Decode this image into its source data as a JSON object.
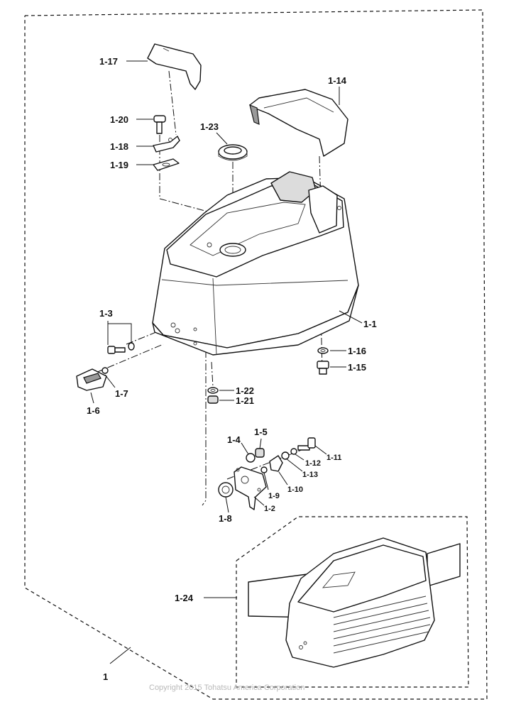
{
  "labels": {
    "l1": "1",
    "l1_1": "1-1",
    "l1_2": "1-2",
    "l1_3": "1-3",
    "l1_4": "1-4",
    "l1_5": "1-5",
    "l1_6": "1-6",
    "l1_7": "1-7",
    "l1_8": "1-8",
    "l1_9": "1-9",
    "l1_10": "1-10",
    "l1_11": "1-11",
    "l1_12": "1-12",
    "l1_13": "1-13",
    "l1_14": "1-14",
    "l1_15": "1-15",
    "l1_16": "1-16",
    "l1_17": "1-17",
    "l1_18": "1-18",
    "l1_19": "1-19",
    "l1_20": "1-20",
    "l1_21": "1-21",
    "l1_22": "1-22",
    "l1_23": "1-23",
    "l1_24": "1-24"
  },
  "copyright": "Copyright 2015 Tohatsu America Corporation"
}
